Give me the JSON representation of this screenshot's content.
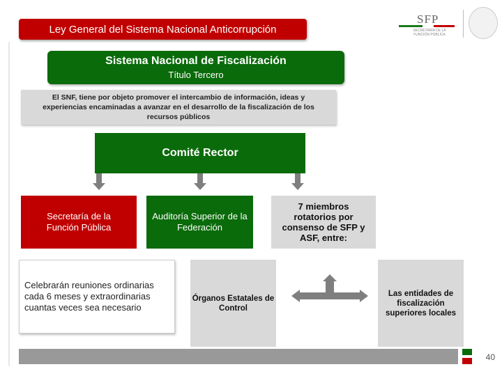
{
  "header": {
    "title": "Ley General del Sistema Nacional Anticorrupción"
  },
  "logo": {
    "name": "SFP",
    "subtitle": "SECRETARÍA DE LA FUNCIÓN PÚBLICA"
  },
  "snf": {
    "title": "Sistema Nacional de Fiscalización",
    "subtitle": "Título Tercero"
  },
  "objective": {
    "text": "El SNF, tiene por objeto promover el intercambio de información, ideas y experiencias encaminadas a avanzar en el desarrollo de la fiscalización de los recursos públicos"
  },
  "comite": {
    "title": "Comité Rector"
  },
  "members": {
    "sfp": "Secretaría de la Función Pública",
    "asf": "Auditoría Superior de la Federación",
    "rotating": "7 miembros rotatorios por consenso de SFP y ASF, entre:"
  },
  "meetings": {
    "text": "Celebrarán reuniones ordinarias cada 6 meses y extraordinarias cuantas veces sea necesario"
  },
  "bodies": {
    "organos": "Órganos Estatales de Control",
    "entidades": "Las entidades de fiscalización superiores locales"
  },
  "footer": {
    "page_number": "40"
  },
  "colors": {
    "red": "#c00000",
    "green": "#0a6b0a",
    "gray": "#d9d9d9",
    "arrow": "#7f7f7f"
  }
}
